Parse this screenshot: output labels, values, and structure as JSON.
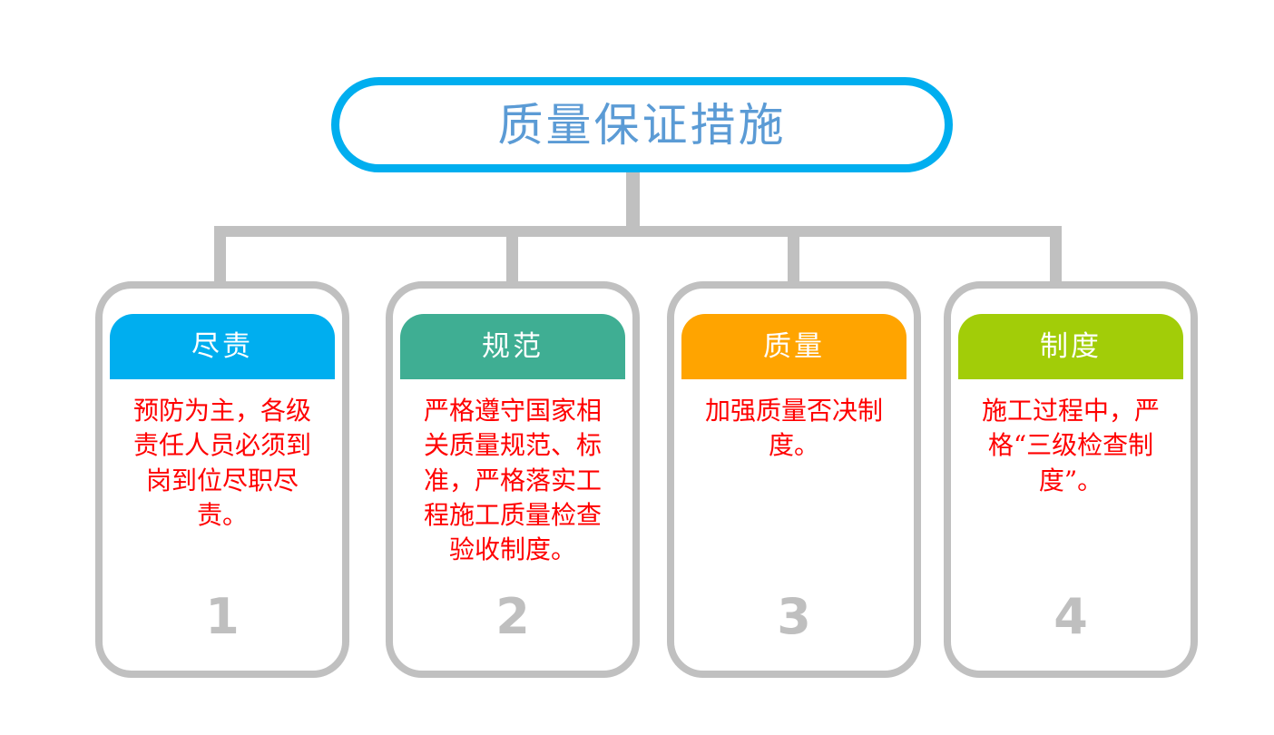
{
  "diagram": {
    "type": "org-chart",
    "title": "质量保证措施",
    "title_color": "#5B9BD5",
    "title_border_color": "#00AEEF",
    "connector_color": "#C0C0C0",
    "card_border_color": "#C0C0C0",
    "body_text_color": "#FF0000",
    "number_color": "#BFBFBF",
    "cards": [
      {
        "header": "尽责",
        "header_color": "#00AEEF",
        "body": "预防为主，各级责任人员必须到岗到位尽职尽责。",
        "number": "1"
      },
      {
        "header": "规范",
        "header_color": "#3FAE93",
        "body": "严格遵守国家相关质量规范、标准，严格落实工程施工质量检查验收制度。",
        "number": "2"
      },
      {
        "header": "质量",
        "header_color": "#FFA400",
        "body": "加强质量否决制度。",
        "number": "3"
      },
      {
        "header": "制度",
        "header_color": "#A2CD08",
        "body": "施工过程中，严格“三级检查制度”。",
        "number": "4"
      }
    ]
  }
}
